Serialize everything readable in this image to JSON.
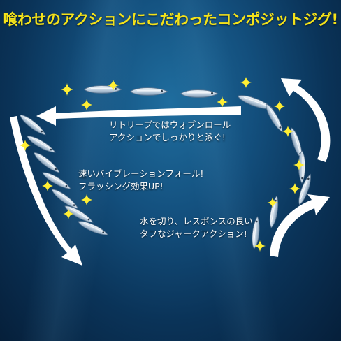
{
  "headline": "喰わせのアクションにこだわったコンポジットジグ!",
  "captions": {
    "retrieve": {
      "line1": "リトリーブではウォブンロール",
      "line2": "アクションでしっかりと泳ぐ!"
    },
    "fall": {
      "line1": "速いバイブレーションフォール!",
      "line2": "フラッシング効果UP!"
    },
    "jerk": {
      "line1": "水を切り、レスポンスの良い",
      "line2": "タフなジャークアクション!"
    }
  },
  "colors": {
    "headline": "#f4e21a",
    "sparkle": "#ffee33",
    "arrow": "#ffffff",
    "lure_body": "#dfe9f2",
    "lure_back": "#8aa6c0"
  },
  "icons": [
    "sparkle-icon",
    "arrow-icon",
    "jig-lure-icon"
  ]
}
